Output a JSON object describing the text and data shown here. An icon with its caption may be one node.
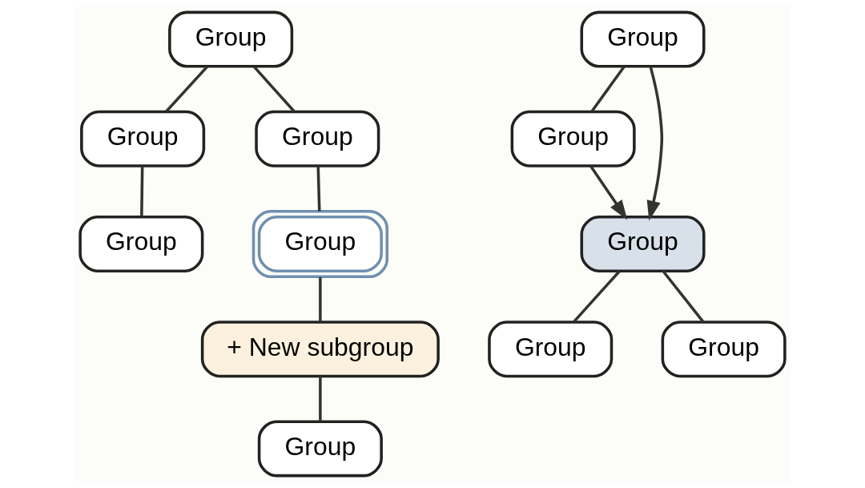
{
  "diagram": {
    "nodes": [
      {
        "text": [
          "Group"
        ]
      },
      {
        "text": [
          "Group"
        ]
      },
      {
        "text": [
          "Group"
        ]
      },
      {
        "text": [
          "Group"
        ]
      },
      {
        "text": [
          "Group"
        ]
      },
      {
        "text": [
          "+ New subgroup"
        ]
      },
      {
        "text": [
          "Group"
        ]
      },
      {
        "text": [
          "Group"
        ]
      },
      {
        "text": [
          "Group"
        ]
      },
      {
        "text": [
          "Group"
        ]
      },
      {
        "text": [
          "Group"
        ]
      },
      {
        "text": [
          "Group"
        ]
      }
    ],
    "edges": [
      {
        "from": 0,
        "to": 1,
        "arrow": "none"
      },
      {
        "from": 0,
        "to": 2,
        "arrow": "none"
      },
      {
        "from": 1,
        "to": 3,
        "arrow": "none"
      },
      {
        "from": 2,
        "to": 4,
        "arrow": "none"
      },
      {
        "from": 4,
        "to": 5,
        "arrow": "none"
      },
      {
        "from": 5,
        "to": 6,
        "arrow": "none"
      },
      {
        "from": 7,
        "to": 8,
        "arrow": "none"
      },
      {
        "from": 7,
        "to": 9,
        "arrow": "to"
      },
      {
        "from": 8,
        "to": 9,
        "arrow": "to"
      },
      {
        "from": 9,
        "to": 10,
        "arrow": "none"
      },
      {
        "from": 9,
        "to": 11,
        "arrow": "none"
      }
    ]
  }
}
